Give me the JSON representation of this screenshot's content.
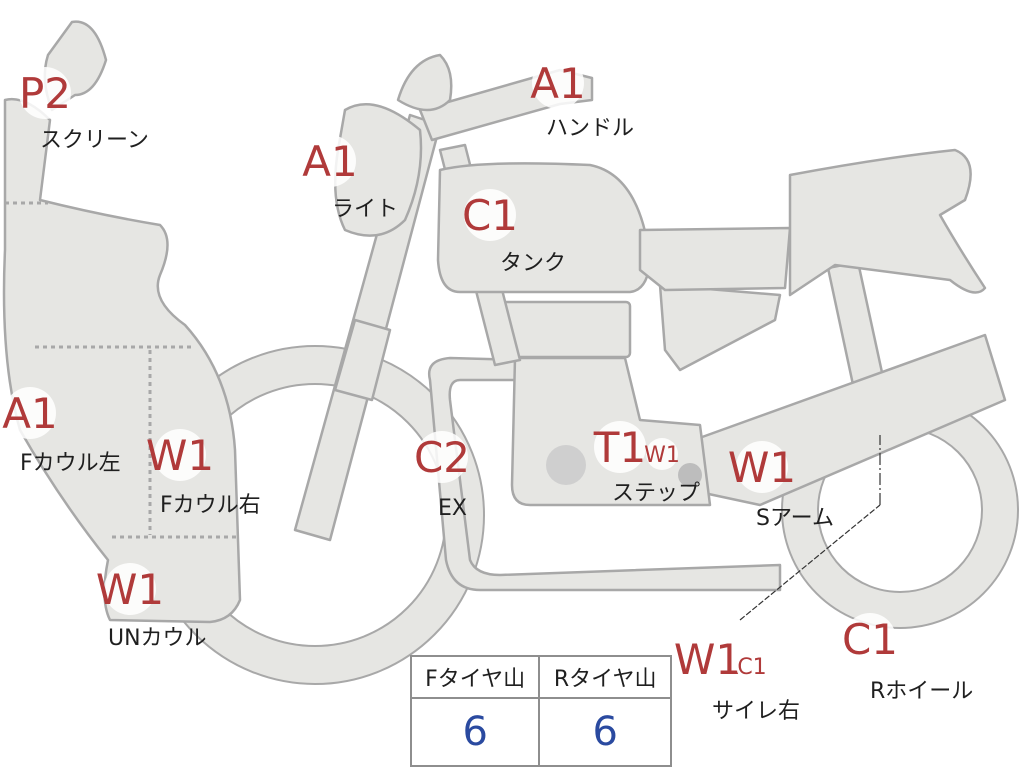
{
  "colors": {
    "body_fill": "#e6e6e3",
    "body_stroke": "#a8a8a8",
    "grade_text": "#b03a3a",
    "value_text": "#2a4aa0"
  },
  "chart_data": {
    "type": "diagram",
    "parts": [
      {
        "grade": "P2",
        "label": "スクリーン"
      },
      {
        "grade": "A1",
        "label": "ライト"
      },
      {
        "grade": "A1",
        "label": "ハンドル"
      },
      {
        "grade": "C1",
        "label": "タンク"
      },
      {
        "grade": "A1",
        "label": "Fカウル左"
      },
      {
        "grade": "W1",
        "label": "Fカウル右"
      },
      {
        "grade": "C2",
        "label": "EX"
      },
      {
        "grade": "T1",
        "sub_grade": "W1",
        "label": "ステップ"
      },
      {
        "grade": "W1",
        "label": "Sアーム"
      },
      {
        "grade": "W1",
        "label": "UNカウル"
      },
      {
        "grade": "W1",
        "sub_grade": "C1",
        "label": "サイレ右"
      },
      {
        "grade": "C1",
        "label": "Rホイール"
      }
    ],
    "tire_table": {
      "headers": [
        "Fタイヤ山",
        "Rタイヤ山"
      ],
      "values": [
        "6",
        "6"
      ]
    }
  }
}
